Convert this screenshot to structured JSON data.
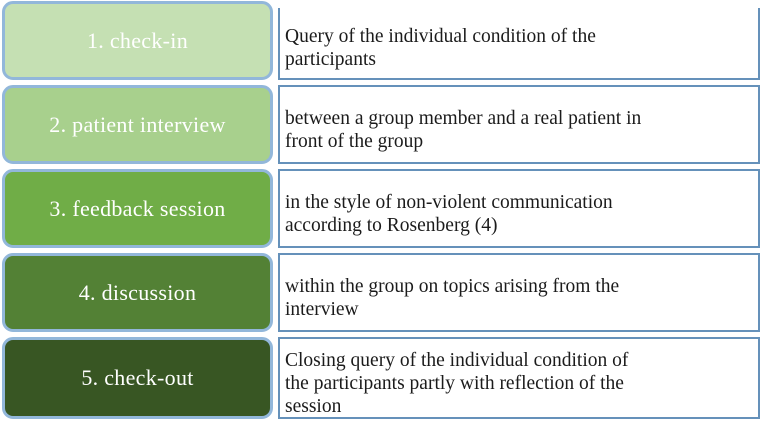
{
  "figure": {
    "type": "process-list",
    "label_text_color": "#ffffff",
    "body_text_color": "#1b1b1b",
    "stage_border_color": "#92b7da",
    "description_border_color": "#6591ba"
  },
  "rows": [
    {
      "label": "1. check-in",
      "description": "Query of the individual condition of the\nparticipants",
      "fill": "#c5e0b3"
    },
    {
      "label": "2. patient interview",
      "description": "between a group member and a real patient in\nfront of the group",
      "fill": "#a8d08d"
    },
    {
      "label": "3. feedback session",
      "description": "in the style of non-violent communication\naccording to Rosenberg (4)",
      "fill": "#70ad47"
    },
    {
      "label": "4. discussion",
      "description": "within the group on topics arising from the\ninterview",
      "fill": "#538135"
    },
    {
      "label": "5. check-out",
      "description": "Closing query of the individual condition of\nthe participants partly with reflection of the\nsession",
      "fill": "#385623"
    }
  ]
}
